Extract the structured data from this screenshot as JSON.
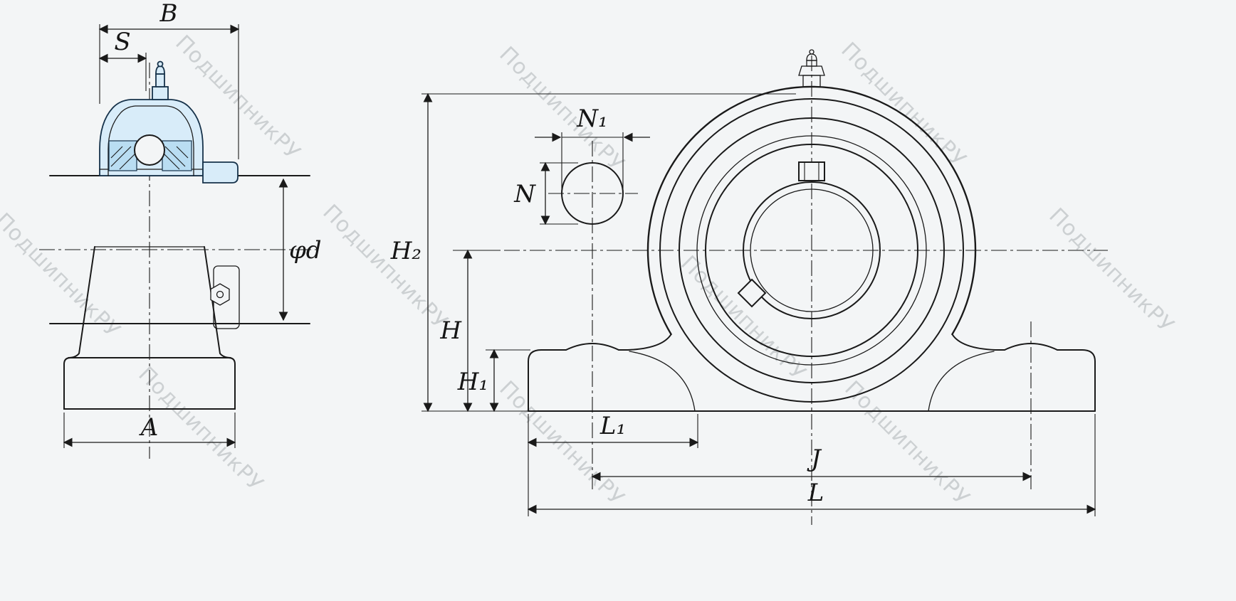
{
  "watermark": {
    "text": "ПодшипникРУ"
  },
  "dimensions": {
    "B": "B",
    "S": "S",
    "A": "A",
    "phi_d": "φd",
    "N1": "N₁",
    "N": "N",
    "H2": "H₂",
    "H": "H",
    "H1": "H₁",
    "L1": "L₁",
    "J": "J",
    "L": "L"
  },
  "colors": {
    "line": "#1a1a1a",
    "background": "#f3f5f6",
    "watermark": "#a7adb0",
    "bearing_fill": "#d8ecf9",
    "bearing_fill_dark": "#b9ddf2",
    "bearing_stroke": "#16324a"
  }
}
